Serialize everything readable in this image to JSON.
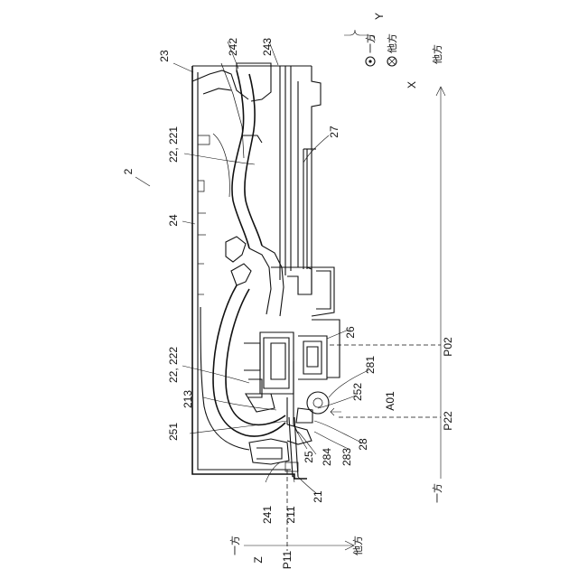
{
  "labels": {
    "r242": "242",
    "r243": "243",
    "r23": "23",
    "r27": "27",
    "r22_221": "22, 221",
    "r2": "2",
    "r24": "24",
    "r26": "26",
    "r22_222": "22, 222",
    "r281": "281",
    "r252": "252",
    "r213": "213",
    "rA01": "A01",
    "r251": "251",
    "r28": "28",
    "r25": "25",
    "r284": "284",
    "r283": "283",
    "r241": "241",
    "r211": "211",
    "r21": "21"
  },
  "axes": {
    "y_axis": "Y",
    "y_one": "一方",
    "y_other": "他方",
    "x_axis": "X",
    "x_other": "他方",
    "x_one": "一方",
    "z_axis": "Z",
    "z_one": "一方",
    "z_other": "他方"
  },
  "positions": {
    "p02": "P02",
    "p22": "P22",
    "p11": "P11"
  }
}
